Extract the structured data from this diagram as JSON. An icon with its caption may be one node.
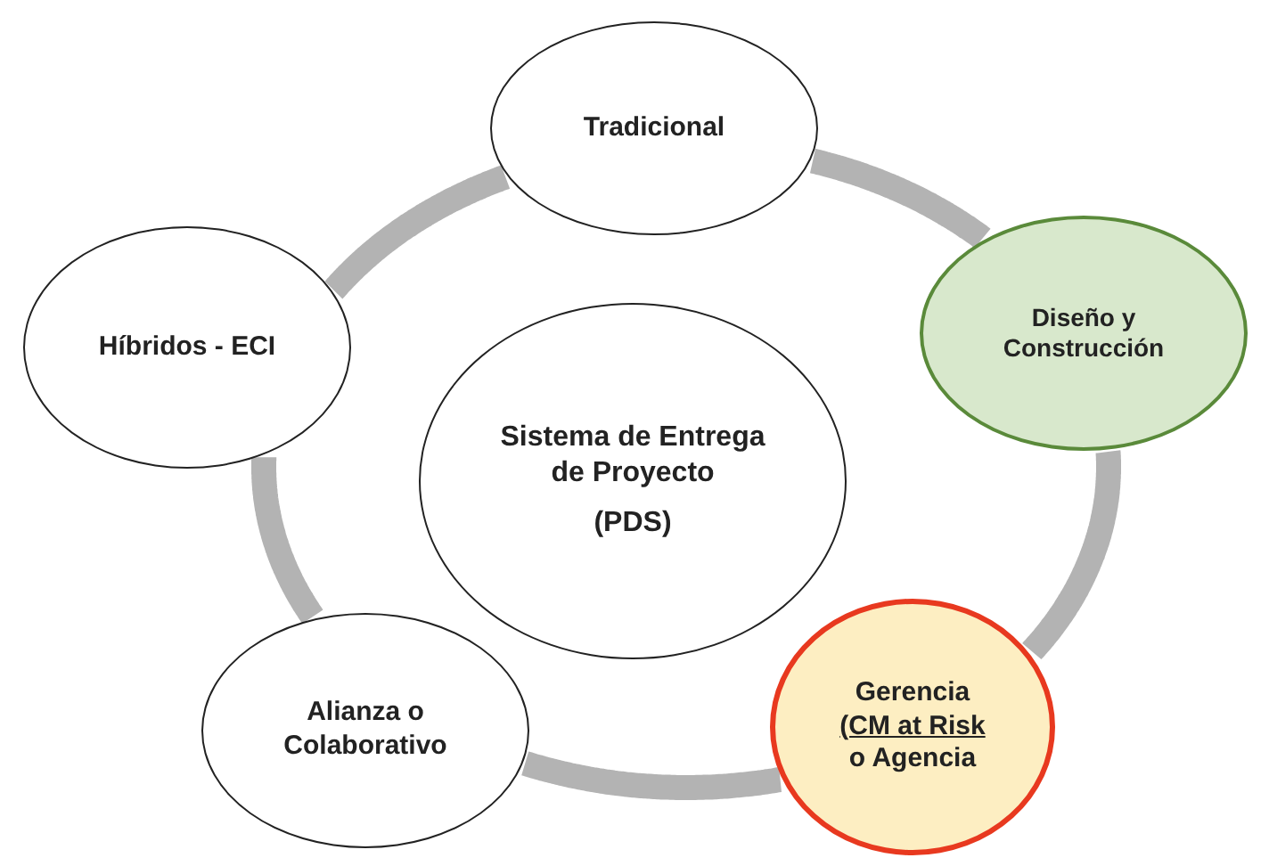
{
  "diagram": {
    "nodes": [
      {
        "text": [
          "Tradicional"
        ]
      },
      {
        "text": [
          "Híbridos - ECI"
        ]
      },
      {
        "text": [
          "Sistema de Entrega de Proyecto",
          "(PDS)"
        ]
      },
      {
        "text": [
          "Diseño y Construcción"
        ]
      },
      {
        "text": [
          "Alianza o Colaborativo"
        ]
      },
      {
        "text": [
          "Gerencia",
          "(CM at Risk",
          "o Agencia"
        ]
      }
    ],
    "edges": [
      {
        "from": 0,
        "to": 3,
        "arrow": "none"
      },
      {
        "from": 3,
        "to": 5,
        "arrow": "none"
      },
      {
        "from": 5,
        "to": 4,
        "arrow": "none"
      },
      {
        "from": 4,
        "to": 1,
        "arrow": "none"
      },
      {
        "from": 1,
        "to": 0,
        "arrow": "none"
      }
    ]
  }
}
